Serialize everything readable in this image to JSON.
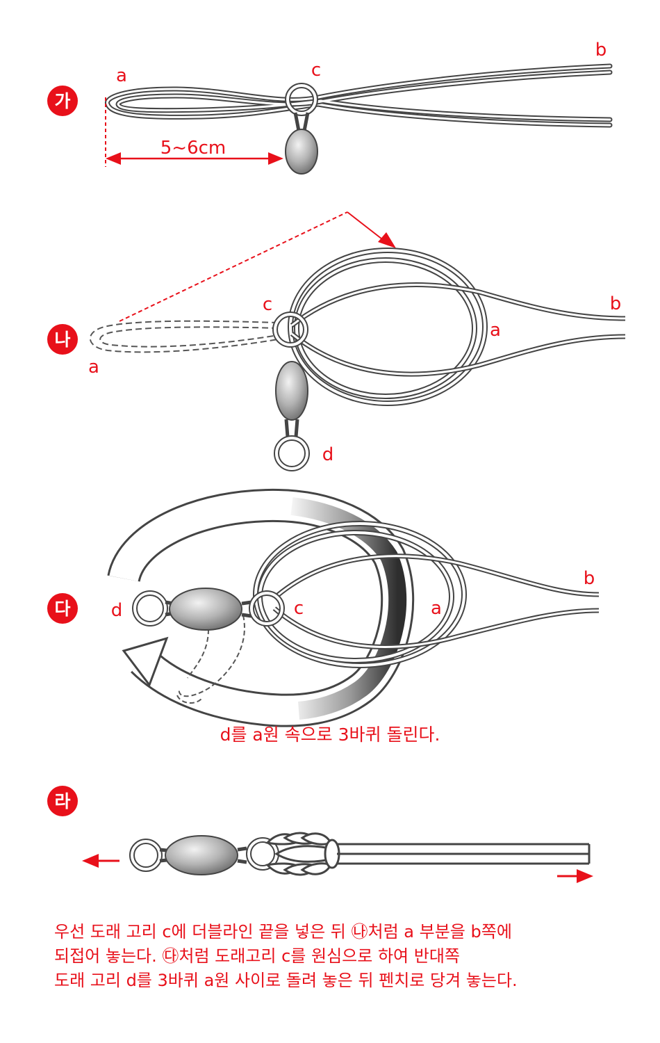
{
  "colors": {
    "accent": "#e8101a",
    "line": "#444444",
    "sinker": "#9a9a9a"
  },
  "steps": {
    "ga": {
      "marker": "가",
      "labels": {
        "a": "a",
        "b": "b",
        "c": "c"
      },
      "measure": "5~6cm"
    },
    "na": {
      "marker": "나",
      "labels": {
        "a_loop": "a",
        "a_ring": "a",
        "b": "b",
        "c": "c",
        "d": "d"
      }
    },
    "da": {
      "marker": "다",
      "labels": {
        "a": "a",
        "b": "b",
        "c": "c",
        "d": "d"
      },
      "caption": "d를 a원 속으로 3바퀴 돌린다."
    },
    "ra": {
      "marker": "라"
    }
  },
  "instructions": [
    "우선 도래 고리 c에 더블라인 끝을 넣은 뒤 ㉯처럼 a 부분을 b쪽에",
    "되접어 놓는다. ㉰처럼 도래고리 c를 원심으로 하여 반대쪽",
    "도래 고리 d를 3바퀴 a원 사이로 돌려 놓은 뒤 펜치로 당겨 놓는다."
  ]
}
